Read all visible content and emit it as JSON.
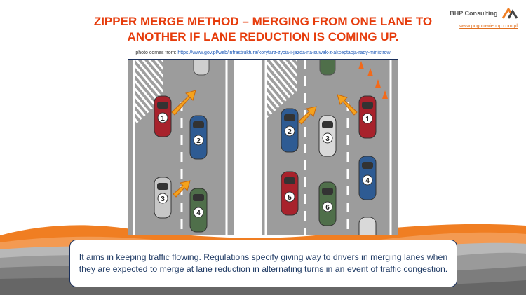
{
  "title": {
    "line1": "ZIPPER MERGE METHOD – MERGING FROM ONE LANE TO",
    "line2": "ANOTHER IF LANE REDUCTION IS COMING UP."
  },
  "brand": {
    "name": "BHP Consulting",
    "url": "www.pogotowiebhp.com.pl"
  },
  "source": {
    "prefix": "photo comes from: ",
    "link": "https://www.gov.pl/web/infrastruktura/korytarz-zycia-i-jazda-na-suwak-z-akceptacja-rady-ministrow"
  },
  "illustration": {
    "left_cars": [
      "1",
      "2",
      "3",
      "4"
    ],
    "right_cars": [
      "1",
      "2",
      "3",
      "4",
      "5",
      "6"
    ]
  },
  "caption": "It aims in keeping traffic flowing. Regulations specify giving way to drivers in merging lanes when they are expected to merge at lane reduction in alternating turns in an event of traffic congestion.",
  "colors": {
    "title": "#e63c0c",
    "wave_orange": "#f07e22",
    "wave_grey": "#9a9a9a",
    "caption_border": "#1a2f5a"
  }
}
